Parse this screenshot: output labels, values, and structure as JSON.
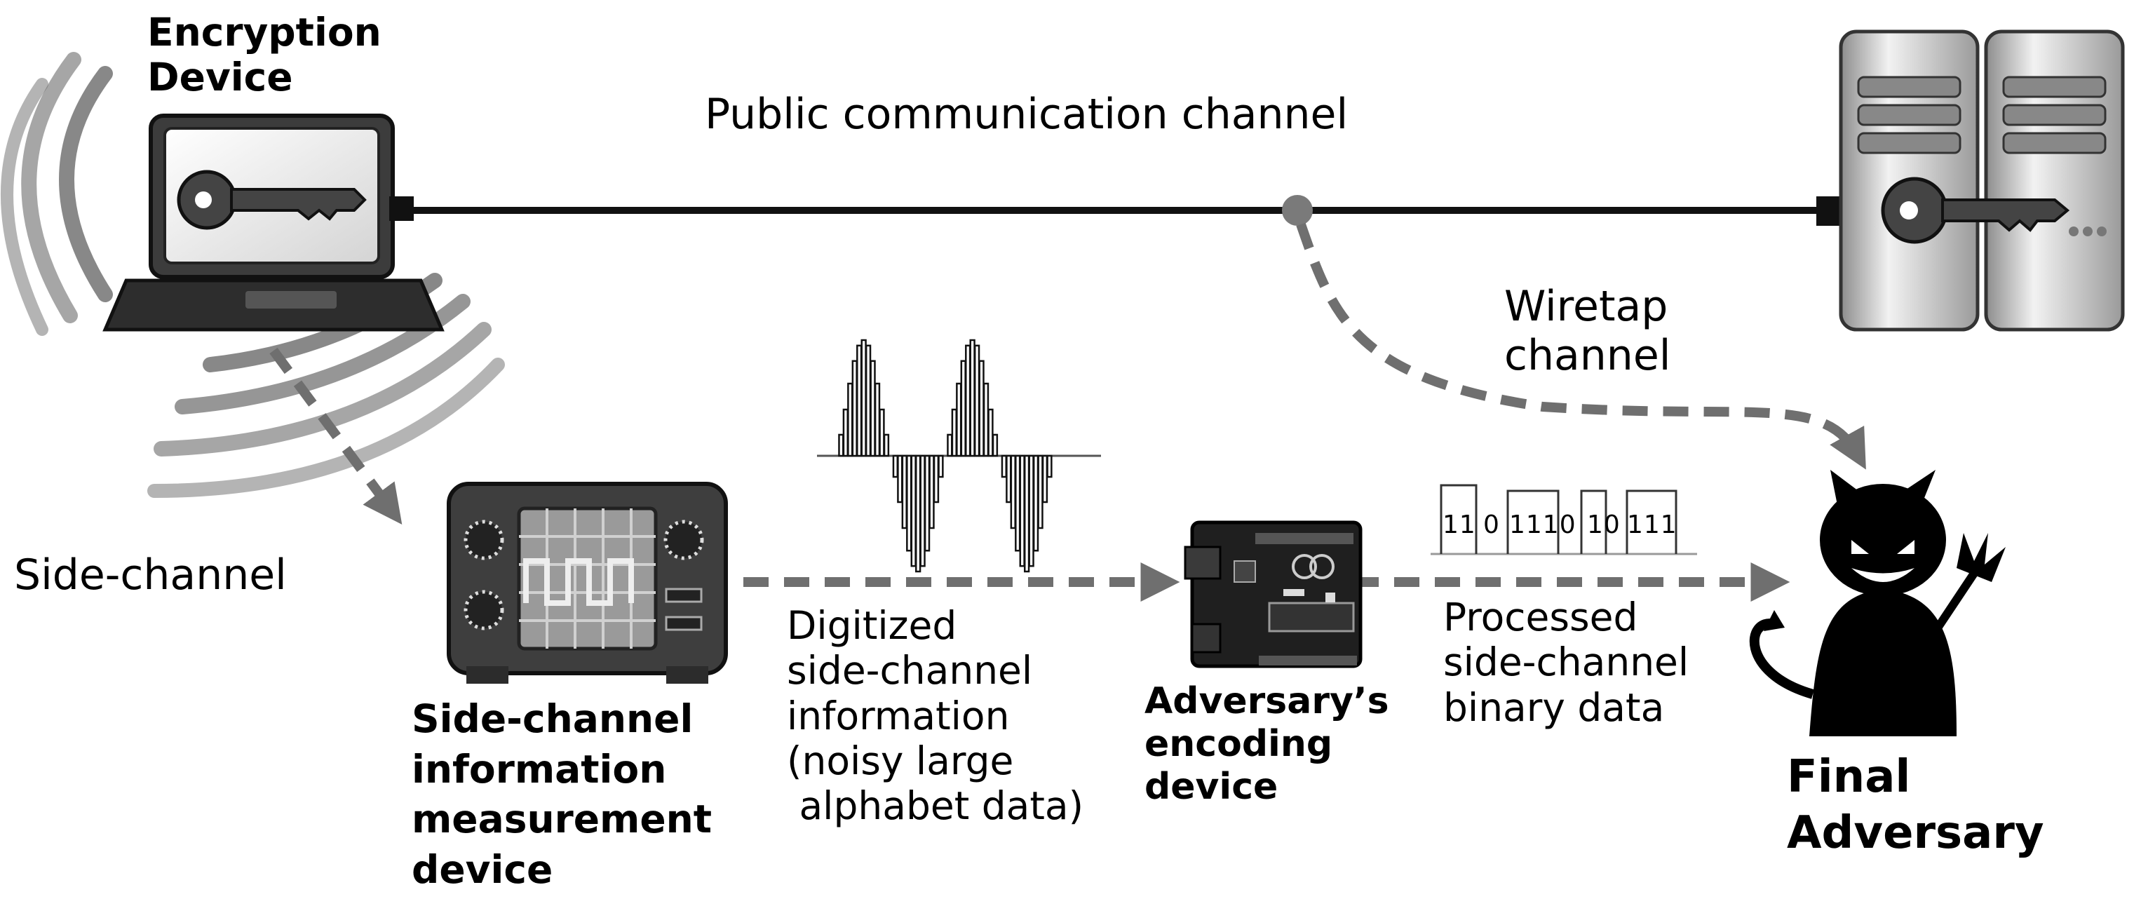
{
  "labels": {
    "encryption_device": "Encryption\nDevice",
    "public_channel": "Public communication channel",
    "wiretap_channel": "Wiretap\nchannel",
    "side_channel": "Side-channel",
    "measurement_device": "Side-channel\ninformation\nmeasurement\ndevice",
    "digitized_info": "Digitized\nside-channel\ninformation\n(noisy large\n alphabet data)",
    "encoding_device": "Adversary’s\nencoding\ndevice",
    "processed_data": "Processed\nside-channel\nbinary data",
    "final_adversary": "Final\nAdversary"
  },
  "binary_bits": [
    "11",
    "0",
    "1110",
    "10",
    "111"
  ],
  "icons": {
    "laptop": "laptop-with-key-icon",
    "server": "server-with-key-icon",
    "oscilloscope": "oscilloscope-icon",
    "arduino": "arduino-board-icon",
    "devil": "devil-adversary-icon"
  }
}
